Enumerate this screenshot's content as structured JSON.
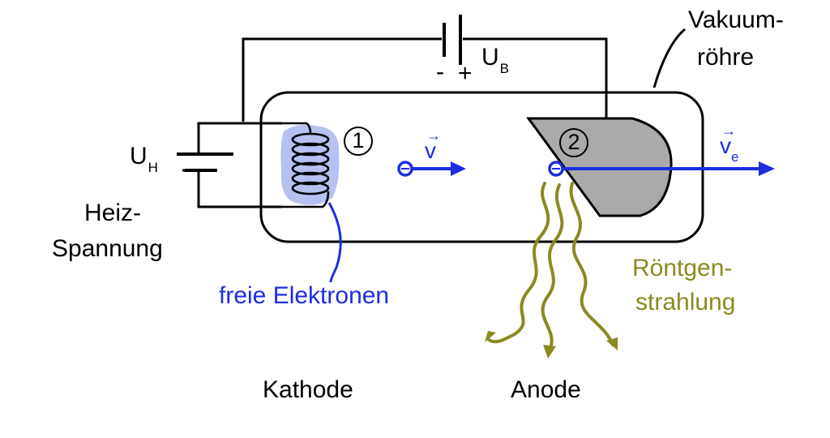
{
  "labels": {
    "vakuum_line1": "Vakuum-",
    "vakuum_line2": "röhre",
    "u_b_main": "U",
    "u_b_sub": "B",
    "minus": "-",
    "plus": "+",
    "u_h_main": "U",
    "u_h_sub": "H",
    "heiz_line1": "Heiz-",
    "heiz_line2": "Spannung",
    "freie_elektronen": "freie Elektronen",
    "roentgen_line1": "Röntgen-",
    "roentgen_line2": "strahlung",
    "kathode": "Kathode",
    "anode": "Anode",
    "marker_1": "1",
    "marker_2": "2",
    "v_main": "v",
    "ve_main": "v",
    "ve_sub": "e"
  },
  "colors": {
    "electron_blue": "#1a2ee0",
    "xray_olive": "#8a8a20",
    "anode_gray": "#aaaaaa",
    "cathode_glow": "#a9b6ee"
  }
}
